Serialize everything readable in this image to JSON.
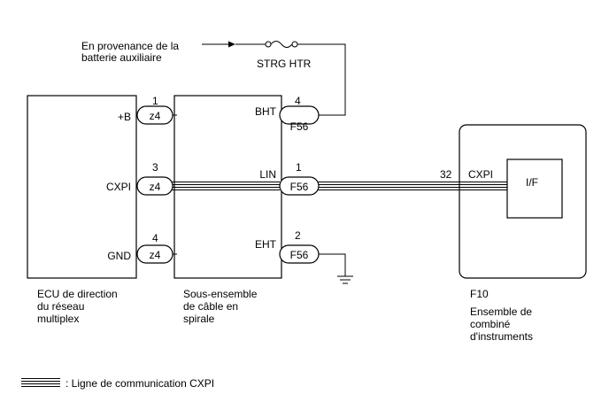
{
  "source": {
    "line1": "En provenance de la",
    "line2": "batterie auxiliaire"
  },
  "fuse_label": "STRG HTR",
  "ecu": {
    "caption": [
      "ECU de direction",
      "du réseau",
      "multiplex"
    ],
    "pins": [
      {
        "number": "1",
        "name": "+B",
        "connector": "z4"
      },
      {
        "number": "3",
        "name": "CXPI",
        "connector": "z4"
      },
      {
        "number": "4",
        "name": "GND",
        "connector": "z4"
      }
    ]
  },
  "spiral": {
    "caption": [
      "Sous-ensemble",
      "de câble en",
      "spirale"
    ],
    "pins": [
      {
        "number": "4",
        "name": "BHT",
        "connector": "F56"
      },
      {
        "number": "1",
        "name": "LIN",
        "connector": "F56"
      },
      {
        "number": "2",
        "name": "EHT",
        "connector": "F56"
      }
    ]
  },
  "combi": {
    "code": "F10",
    "caption": [
      "Ensemble de",
      "combiné",
      "d'instruments"
    ],
    "pin_number": "32",
    "pin_name": "CXPI",
    "inner_label": "I/F"
  },
  "legend": {
    "text": ": Ligne de communication CXPI"
  },
  "colors": {
    "line": "#000000",
    "background": "#ffffff"
  }
}
